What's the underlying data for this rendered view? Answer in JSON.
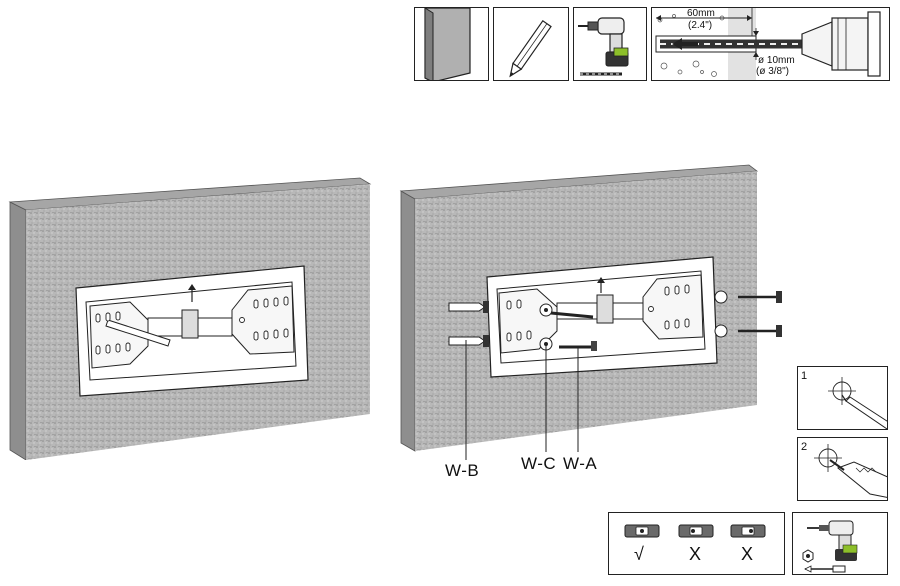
{
  "drill_spec": {
    "depth_mm": "60mm",
    "depth_in": "(2.4\")",
    "diameter_mm": "ø 10mm",
    "diameter_in": "(ø 3/8\")"
  },
  "callouts": {
    "wb": "W-B",
    "wc": "W-C",
    "wa": "W-A"
  },
  "steps": {
    "step1": "1",
    "step2": "2"
  },
  "level_check": {
    "ok": "√",
    "bad1": "X",
    "bad2": "X"
  },
  "colors": {
    "wall_face": "#b9b9b9",
    "wall_edge": "#8e8e8e",
    "line": "#222222",
    "plate": "#ffffff"
  }
}
